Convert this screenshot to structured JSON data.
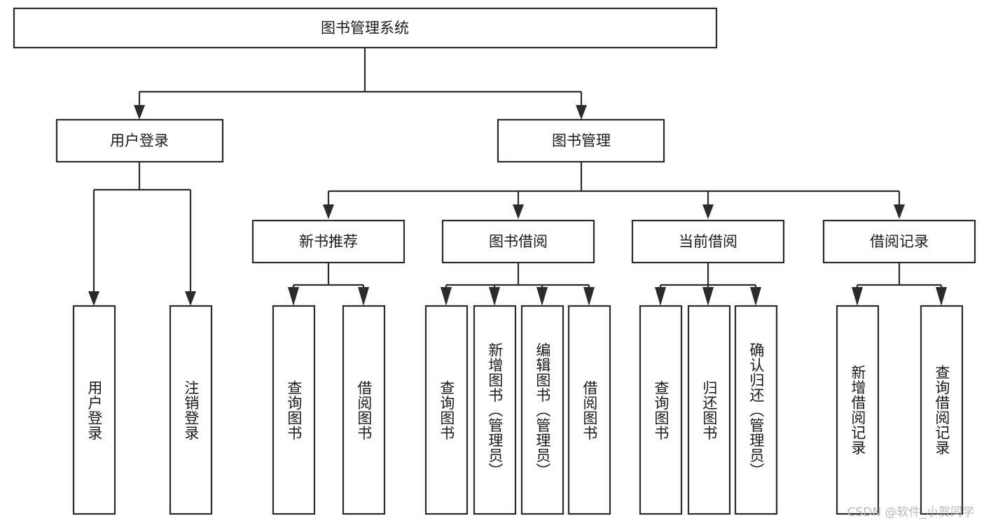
{
  "diagram": {
    "type": "hierarchy-tree",
    "title": "图书管理系统",
    "orientation": "top-down",
    "levels": 4,
    "root": {
      "id": "root",
      "label": "图书管理系统"
    },
    "level2": [
      {
        "id": "user-login",
        "label": "用户登录"
      },
      {
        "id": "book-manage",
        "label": "图书管理"
      }
    ],
    "level3": [
      {
        "id": "new-book-rec",
        "label": "新书推荐",
        "parent": "book-manage"
      },
      {
        "id": "book-borrow",
        "label": "图书借阅",
        "parent": "book-manage"
      },
      {
        "id": "current-borrow",
        "label": "当前借阅",
        "parent": "book-manage"
      },
      {
        "id": "borrow-record",
        "label": "借阅记录",
        "parent": "book-manage"
      }
    ],
    "leaves": {
      "user-login": [
        {
          "id": "leaf-user-login",
          "label": "用户登录"
        },
        {
          "id": "leaf-user-logout",
          "label": "注销登录"
        }
      ],
      "new-book-rec": [
        {
          "id": "leaf-query-book-1",
          "label": "查询图书"
        },
        {
          "id": "leaf-borrow-book-1",
          "label": "借阅图书"
        }
      ],
      "book-borrow": [
        {
          "id": "leaf-query-book-2",
          "label": "查询图书"
        },
        {
          "id": "leaf-add-book",
          "label": "新增图书（管理员）"
        },
        {
          "id": "leaf-edit-book",
          "label": "编辑图书（管理员）"
        },
        {
          "id": "leaf-borrow-book-2",
          "label": "借阅图书"
        }
      ],
      "current-borrow": [
        {
          "id": "leaf-query-book-3",
          "label": "查询图书"
        },
        {
          "id": "leaf-return-book",
          "label": "归还图书"
        },
        {
          "id": "leaf-confirm-return",
          "label": "确认归还（管理员）"
        }
      ],
      "borrow-record": [
        {
          "id": "leaf-add-record",
          "label": "新增借阅记录"
        },
        {
          "id": "leaf-query-record",
          "label": "查询借阅记录"
        }
      ]
    }
  },
  "watermark": {
    "text": "CSDN @软件_小贺同学"
  },
  "colors": {
    "box_border": "#2b2b2b",
    "box_fill": "#ffffff",
    "text": "#1a1a1a",
    "connector": "#2b2b2b",
    "background": "#ffffff",
    "watermark": "#b9b9b9"
  }
}
